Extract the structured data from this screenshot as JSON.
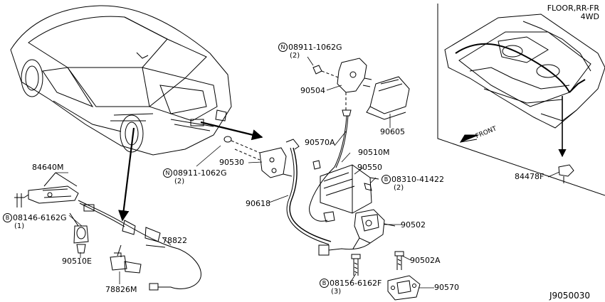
{
  "diagram_code": "J9050030",
  "inset": {
    "title_line1": "FLOOR,RR-FR",
    "title_line2": "4WD",
    "direction_label": "FRONT"
  },
  "parts": {
    "p84640M": "84640M",
    "p08146": "08146-6162G",
    "p08146_qty": "(1)",
    "p08146_prefix": "B",
    "p90510E": "90510E",
    "p78822": "78822",
    "p78826M": "78826M",
    "p08911a": "08911-1062G",
    "p08911a_qty": "(2)",
    "p08911a_prefix": "N",
    "p90504": "90504",
    "p90605": "90605",
    "p08911b": "08911-1062G",
    "p08911b_qty": "(2)",
    "p08911b_prefix": "N",
    "p90530": "90530",
    "p90570A": "90570A",
    "p90510M": "90510M",
    "p90550": "90550",
    "p08310": "08310-41422",
    "p08310_qty": "(2)",
    "p08310_prefix": "B",
    "p90618": "90618",
    "p90502": "90502",
    "p90502A": "90502A",
    "p08156": "08156-6162F",
    "p08156_qty": "(3)",
    "p08156_prefix": "B",
    "p90570": "90570",
    "p84478F": "84478F"
  }
}
